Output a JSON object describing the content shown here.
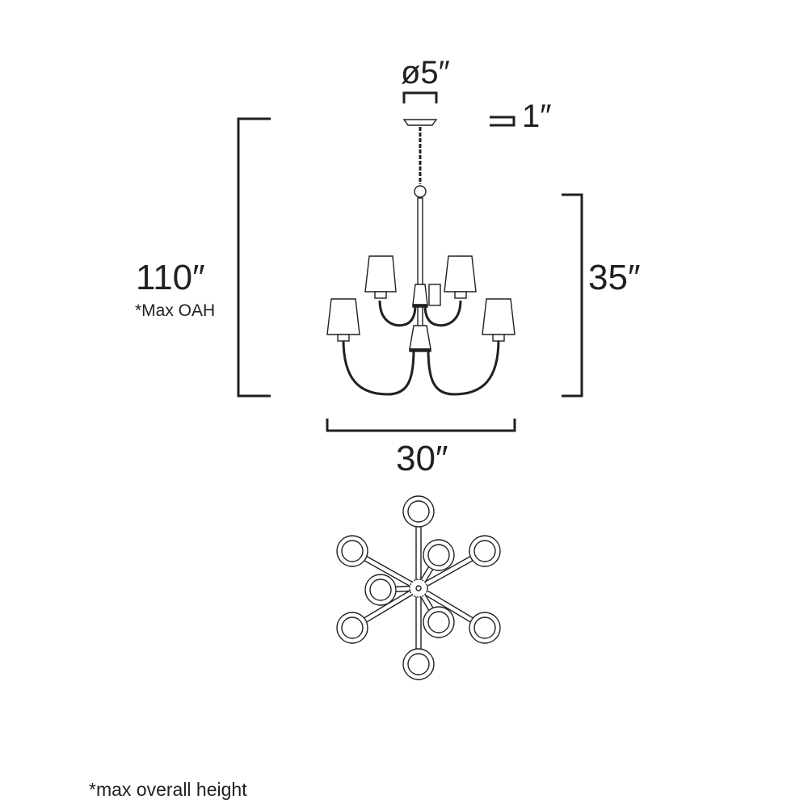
{
  "dimensions": {
    "canopy_diameter": "ø5″",
    "canopy_height": "1″",
    "max_overall_height": "110″",
    "max_oah_label": "*Max OAH",
    "fixture_height": "35″",
    "fixture_width": "30″"
  },
  "footnote": "*max overall height",
  "colors": {
    "line": "#231f20",
    "background": "#ffffff"
  }
}
